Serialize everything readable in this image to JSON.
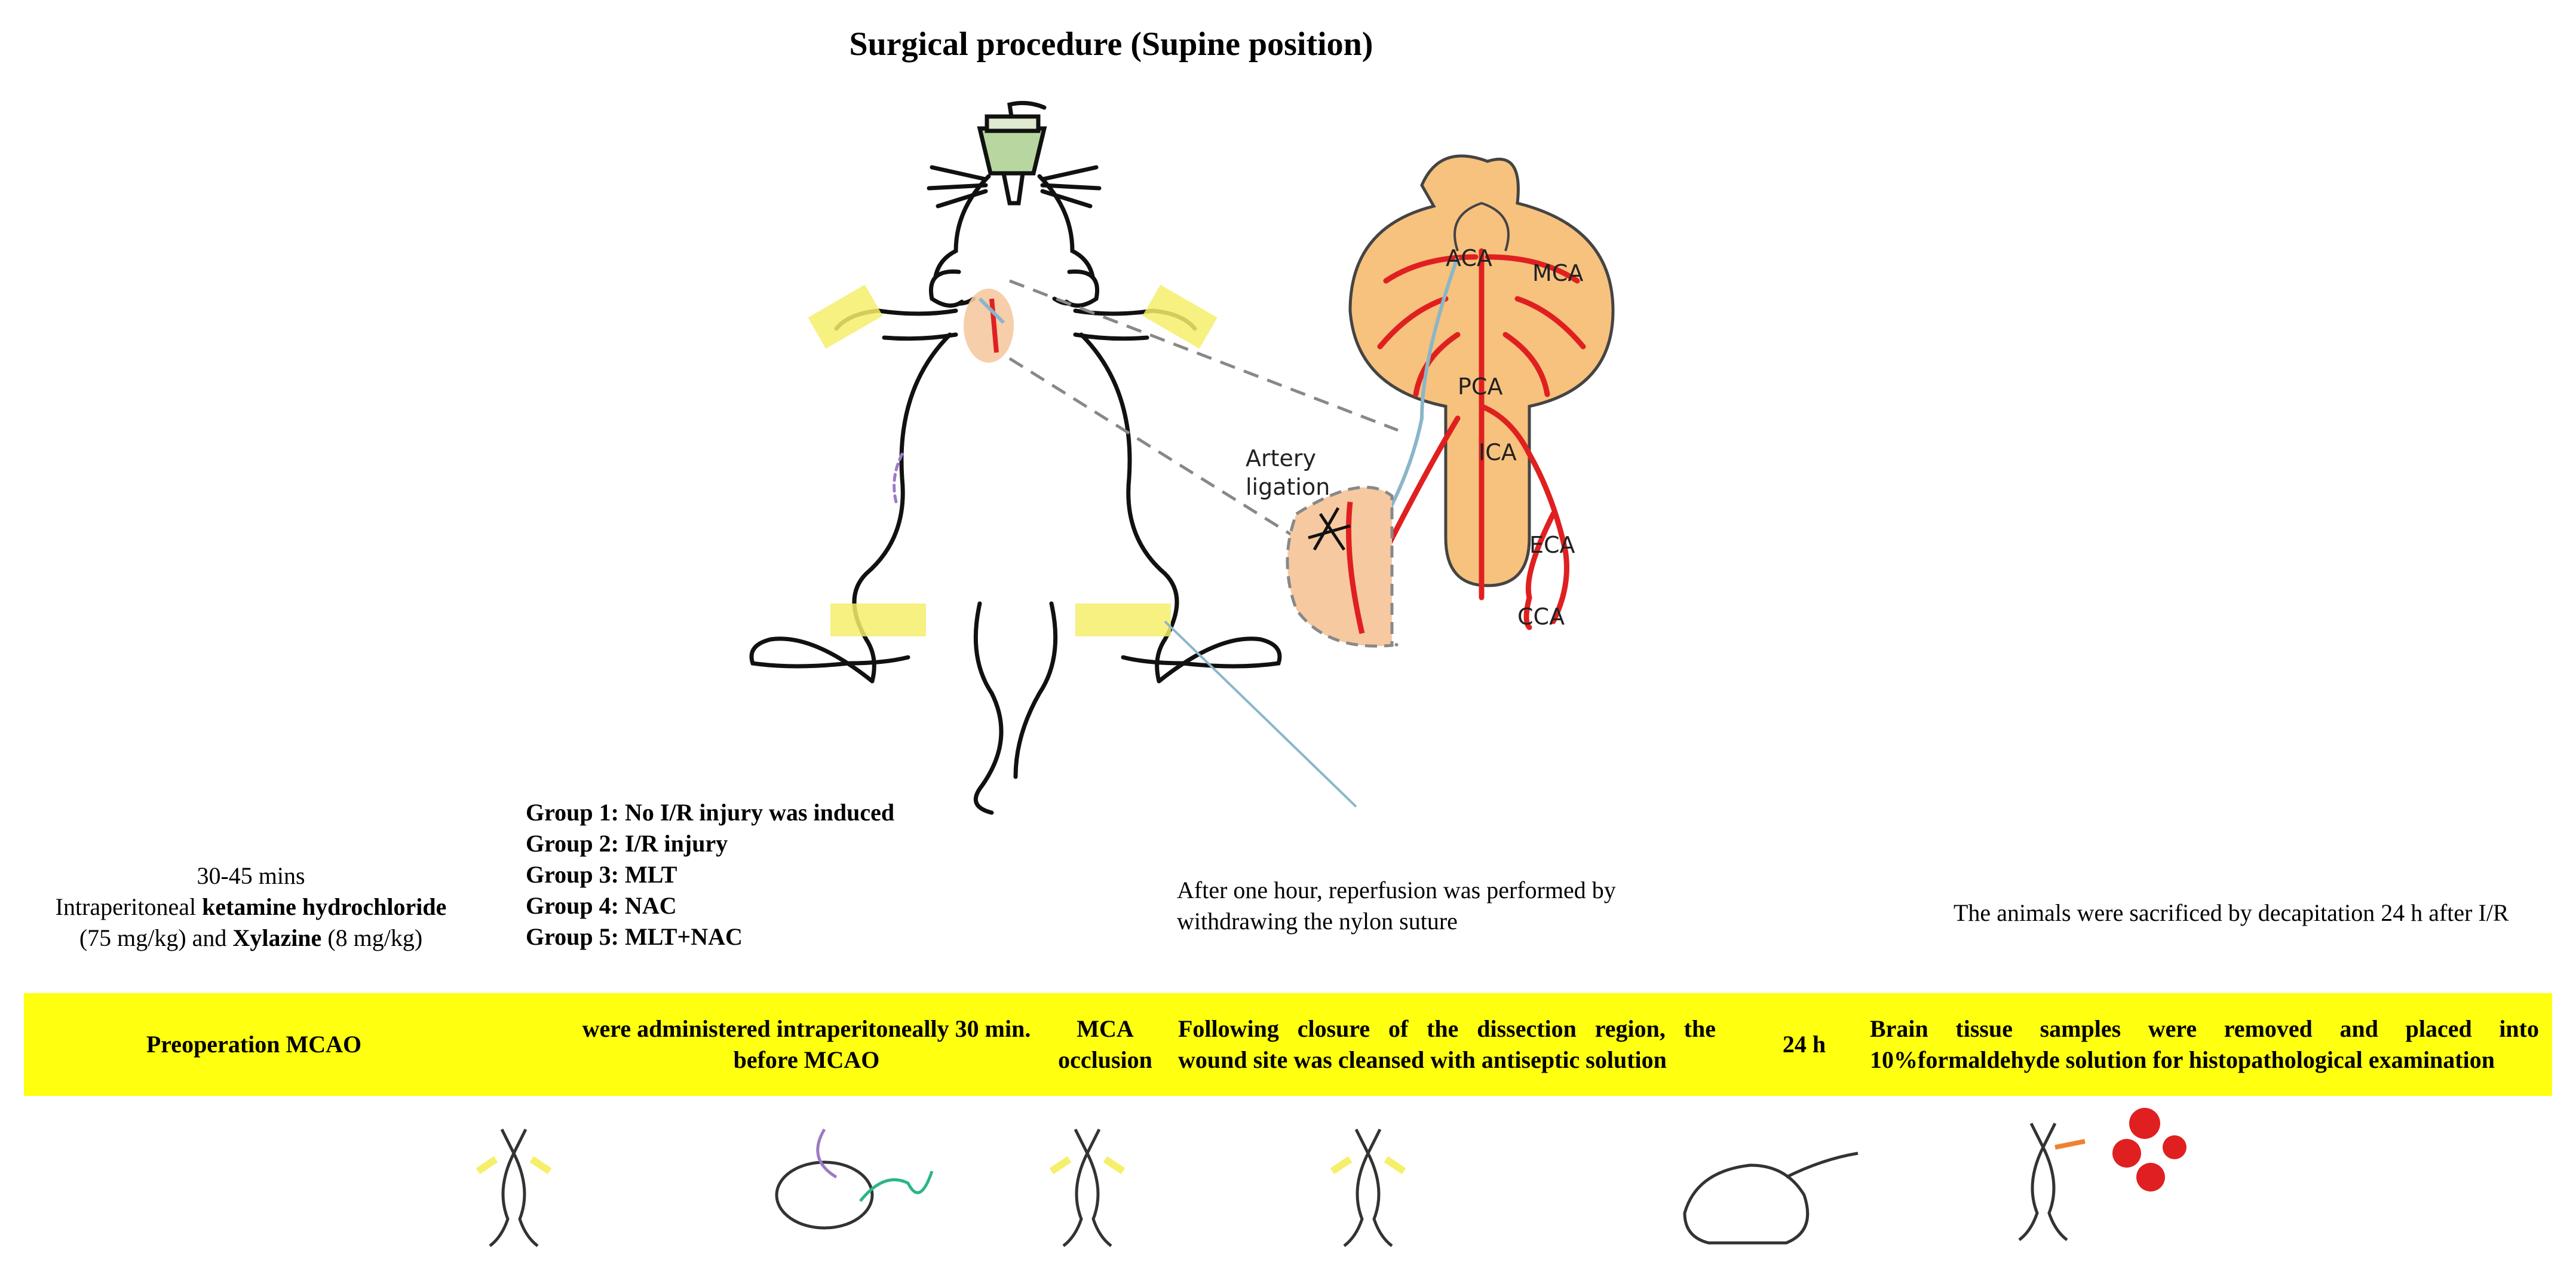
{
  "title": "Surgical procedure (Supine position)",
  "diagram_labels": {
    "aca": "ACA",
    "mca": "MCA",
    "pca": "PCA",
    "ica": "ICA",
    "eca": "ECA",
    "cca": "CCA",
    "artery_ligation_line1": "Artery",
    "artery_ligation_line2": "ligation"
  },
  "anesthesia": {
    "duration": "30-45 mins",
    "line2_prefix": "Intraperitoneal ",
    "drug1": "ketamine hydrochloride",
    "line3_a": "(75 mg/kg) and ",
    "drug2": "Xylazine",
    "line3_b": " (8 mg/kg)"
  },
  "groups": [
    "Group 1: No I/R injury was induced",
    "Group 2: I/R injury",
    "Group 3: MLT",
    "Group 4: NAC",
    "Group 5: MLT+NAC"
  ],
  "reperfusion_note": {
    "line1": "After one hour, reperfusion was performed by",
    "line2": "withdrawing the nylon suture"
  },
  "sacrifice_note": "The animals were sacrificed by decapitation 24 h after I/R",
  "timeline": {
    "step1": "Preoperation MCAO",
    "step2_line1": "were administered intraperitoneally 30 min.",
    "step2_line2": "before MCAO",
    "step3_line1": "MCA",
    "step3_line2": "occlusion",
    "step4_line1": "Following closure of the dissection region, the",
    "step4_line2": "wound site was cleansed with antiseptic solution",
    "step5": "24 h",
    "step6_line1": "Brain tissue samples were removed and placed into",
    "step6_line2": "10%formaldehyde solution for histopathological examination"
  },
  "colors": {
    "band": "#ffff10",
    "tape": "#f5ef6a",
    "artery": "#e02020",
    "brain": "#f6c27e",
    "suture": "#8ab6c9",
    "mask": "#b8d7a0"
  }
}
